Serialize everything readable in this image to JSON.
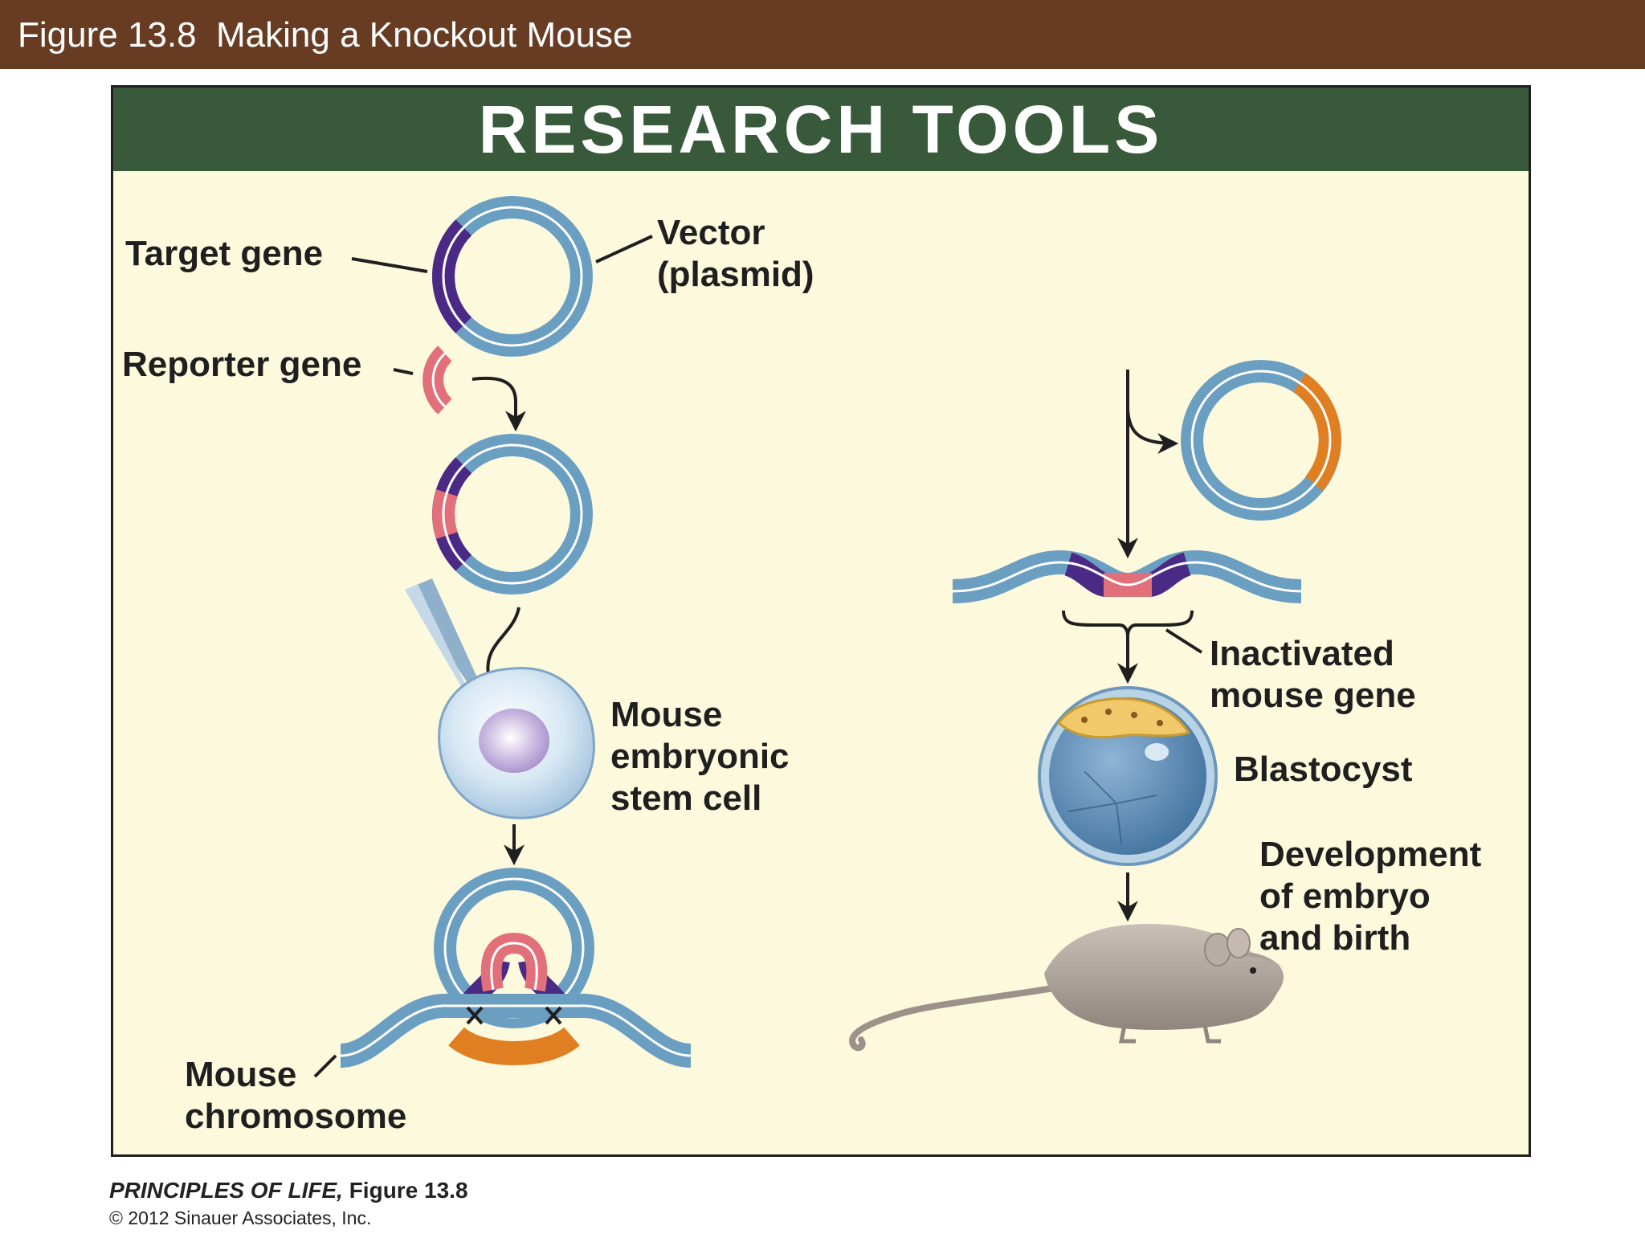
{
  "window": {
    "title": "Figure 13.8  Making a Knockout Mouse"
  },
  "panel": {
    "heading": "RESEARCH TOOLS"
  },
  "labels": {
    "target_gene": "Target gene",
    "vector_line1": "Vector",
    "vector_line2": "(plasmid)",
    "reporter_gene": "Reporter gene",
    "stem_cell_line1": "Mouse",
    "stem_cell_line2": "embryonic",
    "stem_cell_line3": "stem cell",
    "chromosome_line1": "Mouse",
    "chromosome_line2": "chromosome",
    "inactivated_line1": "Inactivated",
    "inactivated_line2": "mouse gene",
    "blastocyst": "Blastocyst",
    "development_line1": "Development",
    "development_line2": "of embryo",
    "development_line3": "and birth"
  },
  "credit": {
    "book": "PRINCIPLES OF LIFE,",
    "figure": " Figure 13.8",
    "copyright": "© 2012 Sinauer Associates, Inc."
  },
  "colors": {
    "title_bar": "#673c22",
    "panel_header": "#385a3b",
    "panel_background": "#fdf9dd",
    "dna_blue": "#6a9fc1",
    "target_gene_purple": "#4b2a86",
    "reporter_gene_pink": "#e2707a",
    "chromosome_gene_orange": "#e07f22"
  }
}
